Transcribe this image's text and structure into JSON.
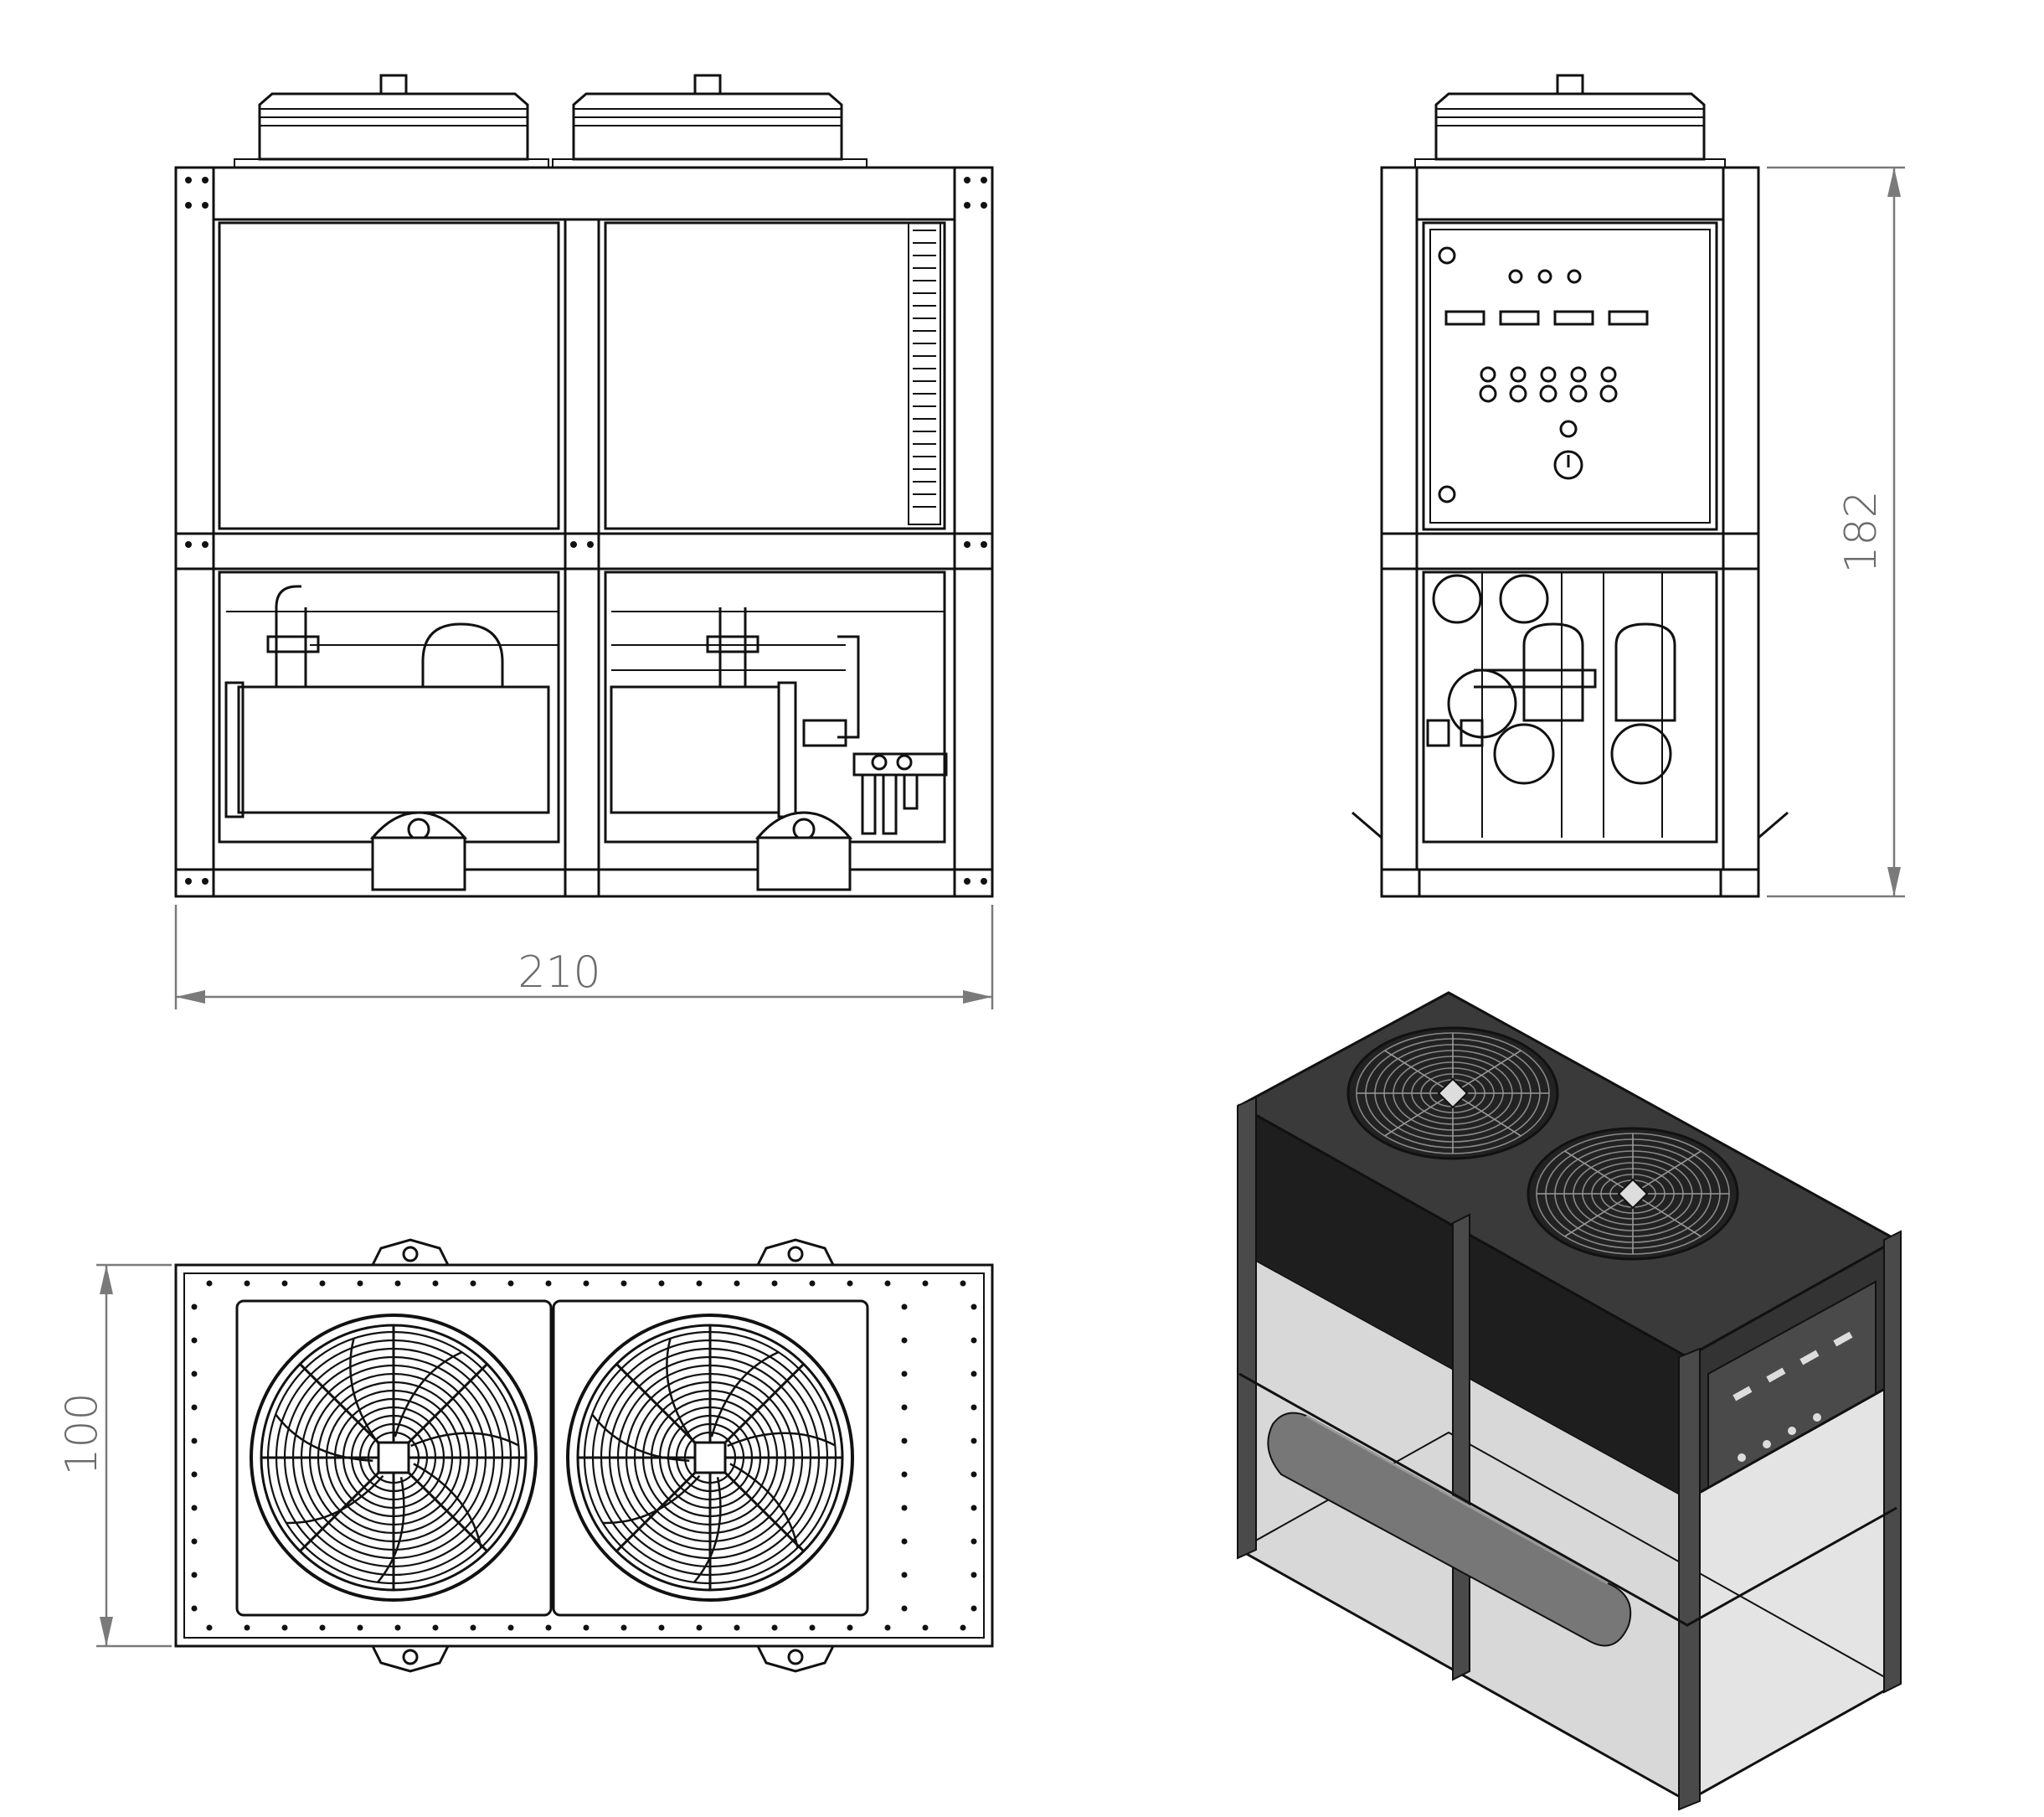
{
  "dimensions": {
    "width": "210",
    "height": "182",
    "depth": "100"
  },
  "views": [
    {
      "id": "front",
      "name": "front-elevation-view"
    },
    {
      "id": "side",
      "name": "side-elevation-view"
    },
    {
      "id": "top",
      "name": "top-plan-view"
    },
    {
      "id": "iso",
      "name": "isometric-view"
    }
  ],
  "colors": {
    "line": "#111111",
    "dimension": "#7a7a7a",
    "dimension_text": "#6b6b6b",
    "iso_body": "#2b2b2b",
    "iso_frame": "#4a4a4a"
  },
  "fan_count": 2
}
